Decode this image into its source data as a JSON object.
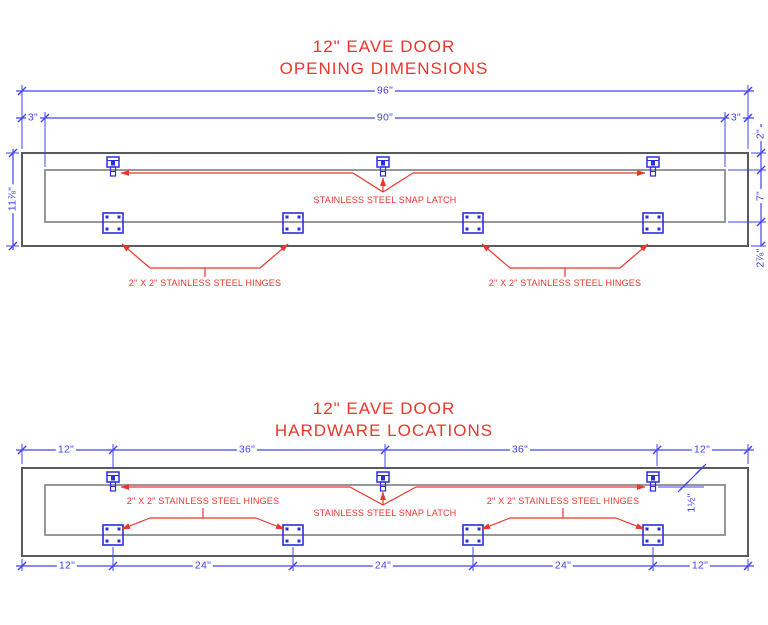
{
  "sheet": {
    "kind": "CAD shop drawing, two elevation views of a trailer eave door",
    "colors": {
      "dimension_blue": "#4343ee",
      "symbol_blue": "#2d2de0",
      "annotation_red": "#ee352b",
      "panel_outline_gray": "#5a5a5a",
      "opening_outline_gray": "#8c8c8c"
    },
    "symbols": {
      "snap_latch_icon": "small rectangular latch body with drop tongue",
      "hinge_icon": "square hinge plate with four screw holes"
    }
  },
  "opening_view": {
    "title": [
      "12\" EAVE DOOR",
      "OPENING DIMENSIONS"
    ],
    "dims": {
      "overall_width": "96\"",
      "left_overlap": "3\"",
      "opening_width": "90\"",
      "right_overlap": "3\"",
      "door_height": "11⅞\"",
      "top_overlap": "2\"",
      "opening_height": "7\"",
      "bottom_overlap": "2⅞\""
    },
    "callouts": {
      "snap_latch": "STAINLESS STEEL SNAP LATCH",
      "hinges_left": "2\" X 2\" STAINLESS STEEL HINGES",
      "hinges_right": "2\" X 2\" STAINLESS STEEL HINGES"
    }
  },
  "hardware_view": {
    "title": [
      "12\" EAVE DOOR",
      "HARDWARE LOCATIONS"
    ],
    "dims": {
      "top_row": [
        "12\"",
        "36\"",
        "36\"",
        "12\""
      ],
      "bottom_row": [
        "12\"",
        "24\"",
        "24\"",
        "24\"",
        "12\""
      ],
      "latch_offset": "1½\""
    },
    "callouts": {
      "snap_latch": "STAINLESS STEEL SNAP LATCH",
      "hinges_left": "2\" X 2\" STAINLESS STEEL HINGES",
      "hinges_right": "2\" X 2\" STAINLESS STEEL HINGES"
    }
  }
}
